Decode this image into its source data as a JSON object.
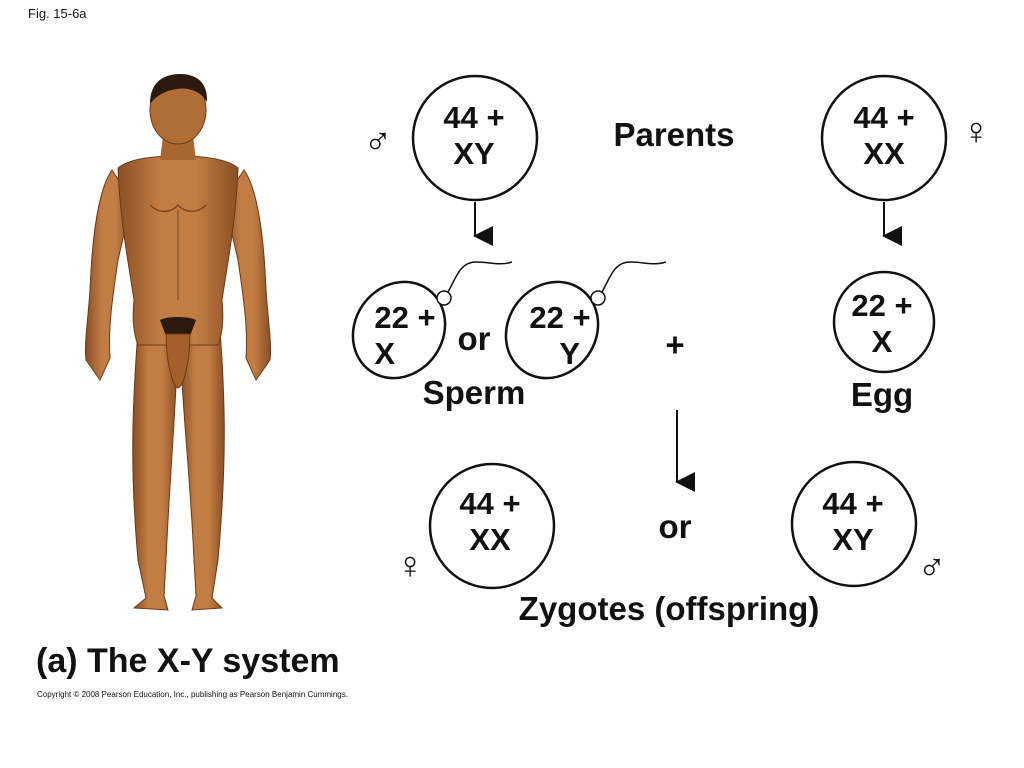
{
  "figure_label": "Fig. 15-6a",
  "caption": "(a) The X-Y system",
  "copyright": "Copyright © 2008 Pearson Education, Inc., publishing as Pearson Benjamin Cummings.",
  "labels": {
    "parents": "Parents",
    "sperm": "Sperm",
    "egg": "Egg",
    "or_sperm": "or",
    "or_zygote": "or",
    "plus": "+",
    "zygotes": "Zygotes (offspring)"
  },
  "cells": {
    "father": {
      "line1": "44 +",
      "line2": "XY"
    },
    "mother": {
      "line1": "44 +",
      "line2": "XX"
    },
    "sperm_x": {
      "line1": "22 +",
      "line2": "X"
    },
    "sperm_y": {
      "line1": "22 +",
      "line2": "Y"
    },
    "egg": {
      "line1": "22 +",
      "line2": "X"
    },
    "zygote_female": {
      "line1": "44 +",
      "line2": "XX"
    },
    "zygote_male": {
      "line1": "44 +",
      "line2": "XY"
    }
  },
  "symbols": {
    "male": "♂",
    "female": "♀"
  },
  "colors": {
    "skin": "#b5713a",
    "skin_shadow": "#8a4f24",
    "hair": "#2a1a10",
    "line": "#111111"
  }
}
